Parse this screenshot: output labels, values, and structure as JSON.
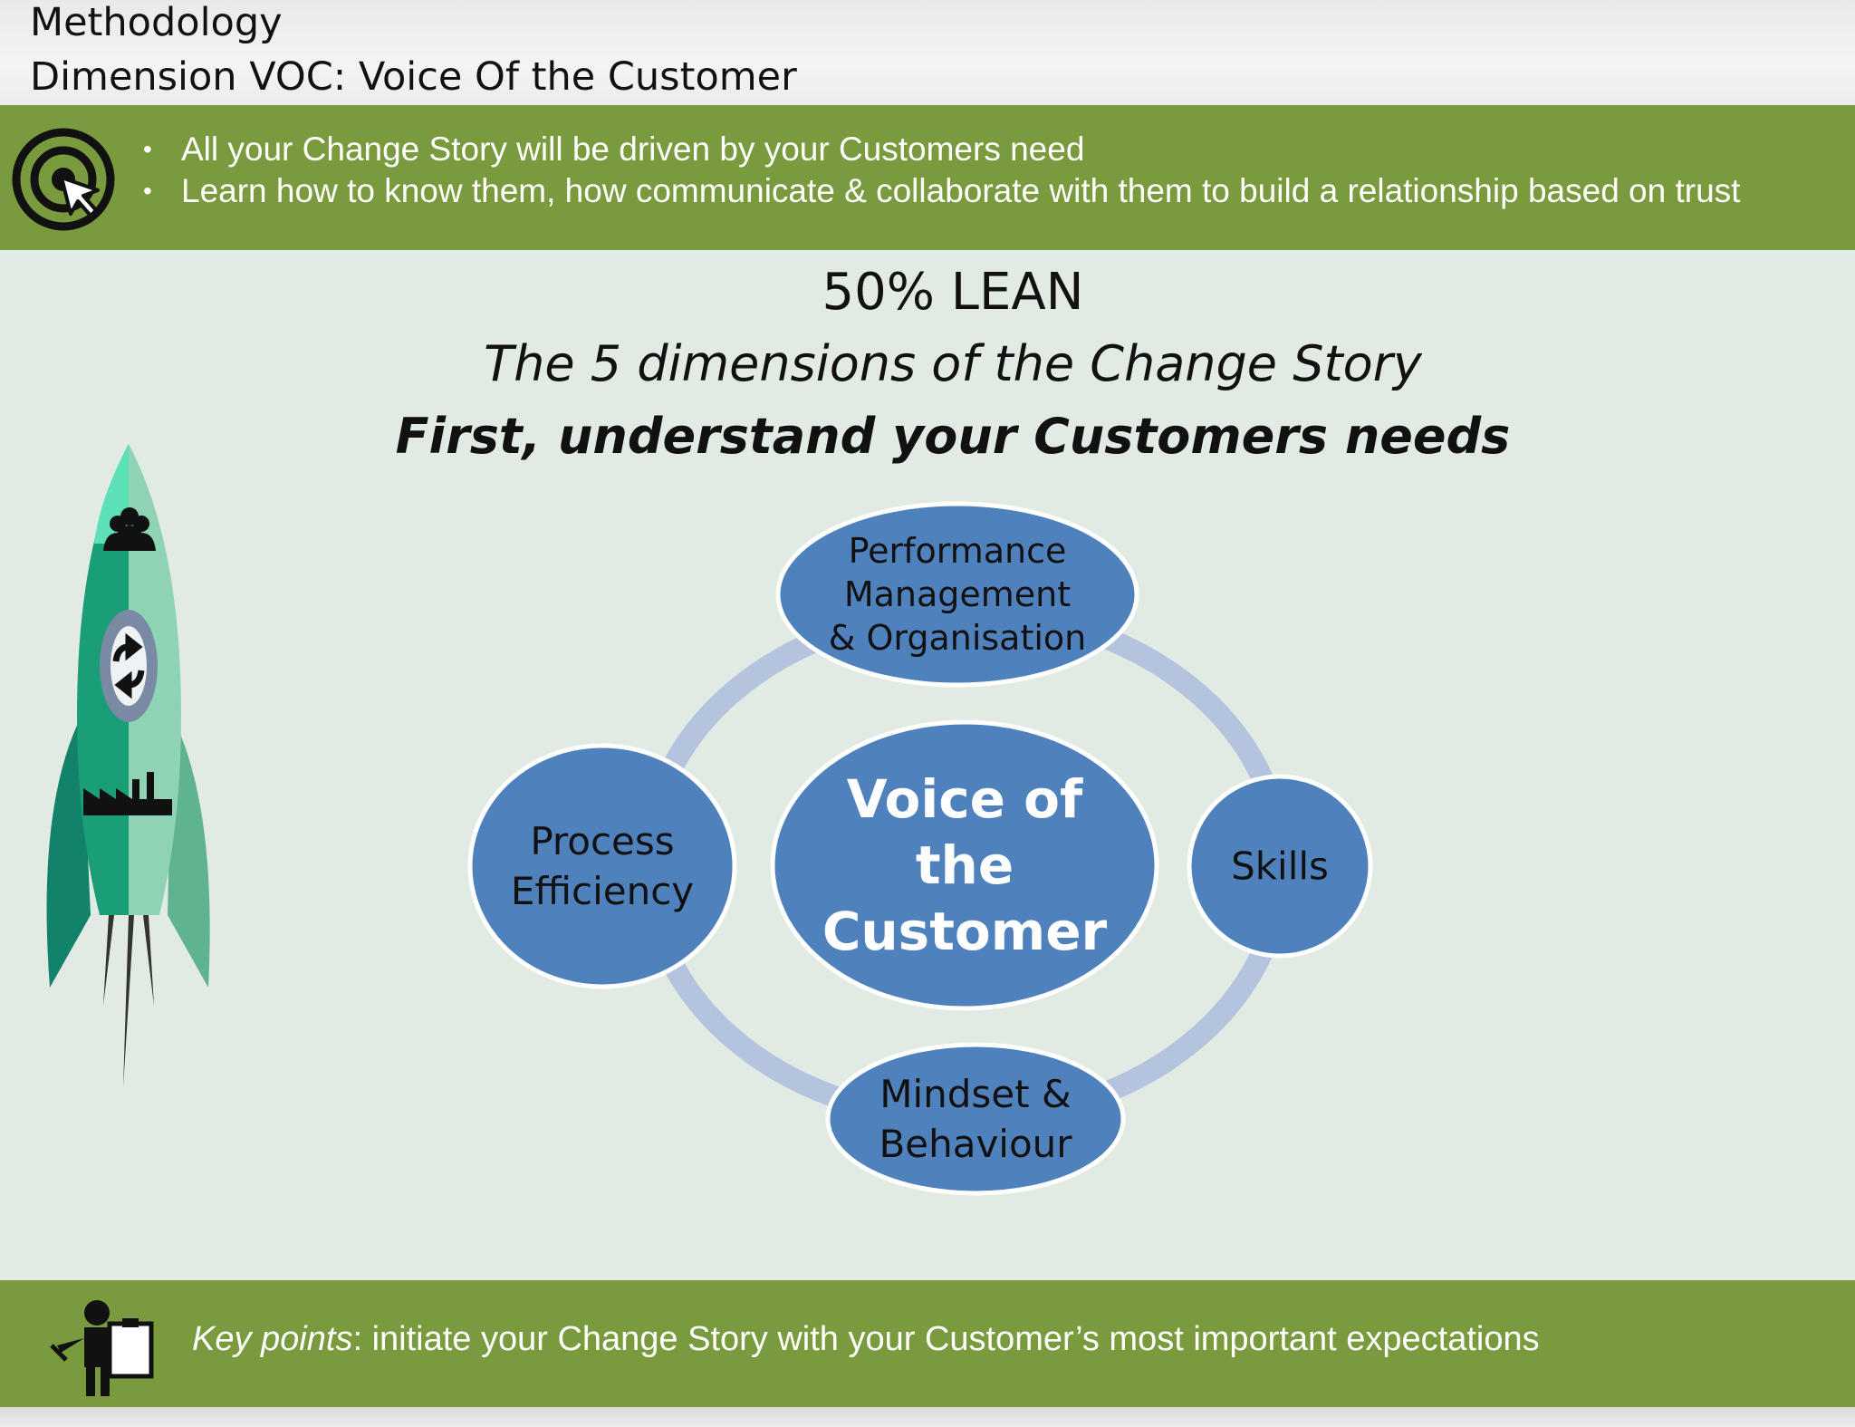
{
  "header": {
    "line1": "Methodology",
    "line2": "Dimension VOC: Voice Of the Customer"
  },
  "intro": {
    "icon": "target-cursor-icon",
    "bullets": [
      "All your Change Story will be driven by your Customers need",
      "Learn how to know them, how communicate & collaborate with them to build a relationship based on trust"
    ]
  },
  "titles": {
    "line1": "50% LEAN",
    "line2": "The 5 dimensions of the Change Story",
    "line3": "First, understand your Customers needs"
  },
  "rocket": {
    "icons": [
      "people-group-icon",
      "refresh-cycle-icon",
      "factory-icon"
    ]
  },
  "diagram": {
    "center": [
      "Voice of",
      "the",
      "Customer"
    ],
    "top": [
      "Performance",
      "Management",
      "& Organisation"
    ],
    "right": [
      "Skills"
    ],
    "bottom": [
      "Mindset &",
      "Behaviour"
    ],
    "left": [
      "Process",
      "Efficiency"
    ]
  },
  "keypoints": {
    "icon": "person-clipboard-icon",
    "label": "Key points",
    "text": ": initiate your Change Story with your Customer’s most important expectations"
  },
  "colors": {
    "green_band": "#7a9a3e",
    "background": "#e2ebe3",
    "node_fill": "#4f81bd",
    "ring": "#b4c3de",
    "rocket_green": "#1a9e78",
    "rocket_light": "#8fd3b5"
  }
}
